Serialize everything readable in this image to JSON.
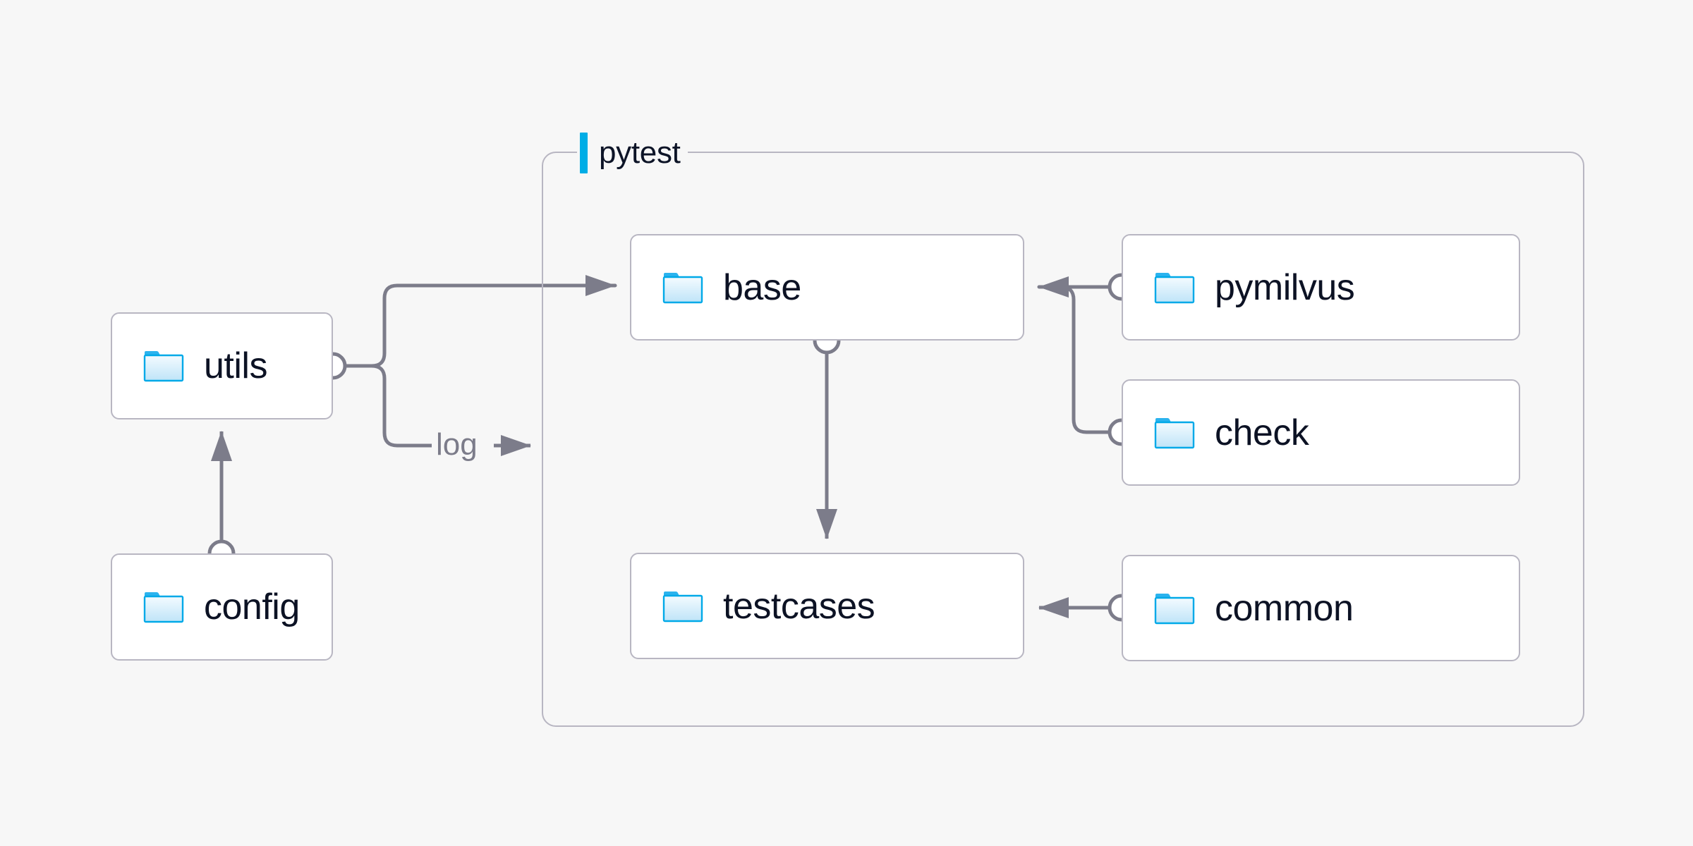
{
  "diagram": {
    "type": "folder-dependency-diagram",
    "background_color": "#f7f7f7",
    "accent_color": "#00ade6",
    "edge_color": "#7c7c8a",
    "box_border_color": "#b8b6c2",
    "label_color": "#0c1224"
  },
  "group": {
    "label": "pytest",
    "bar_color": "#00ade6"
  },
  "nodes": [
    {
      "id": "utils",
      "label": "utils",
      "icon": "folder-icon"
    },
    {
      "id": "config",
      "label": "config",
      "icon": "folder-icon"
    },
    {
      "id": "base",
      "label": "base",
      "icon": "folder-icon"
    },
    {
      "id": "testcases",
      "label": "testcases",
      "icon": "folder-icon"
    },
    {
      "id": "pymilvus",
      "label": "pymilvus",
      "icon": "folder-icon"
    },
    {
      "id": "check",
      "label": "check",
      "icon": "folder-icon"
    },
    {
      "id": "common",
      "label": "common",
      "icon": "folder-icon"
    }
  ],
  "edges": [
    {
      "id": "config-to-utils",
      "from": "config",
      "to": "utils",
      "label": ""
    },
    {
      "id": "utils-to-base",
      "from": "utils",
      "to": "base",
      "label": ""
    },
    {
      "id": "utils-to-pytest-log",
      "from": "utils",
      "to": "pytest",
      "label": "log"
    },
    {
      "id": "base-to-testcases",
      "from": "base",
      "to": "testcases",
      "label": ""
    },
    {
      "id": "pymilvus-to-base",
      "from": "pymilvus",
      "to": "base",
      "label": ""
    },
    {
      "id": "check-to-base",
      "from": "check",
      "to": "base",
      "label": ""
    },
    {
      "id": "common-to-testcases",
      "from": "common",
      "to": "testcases",
      "label": ""
    }
  ]
}
